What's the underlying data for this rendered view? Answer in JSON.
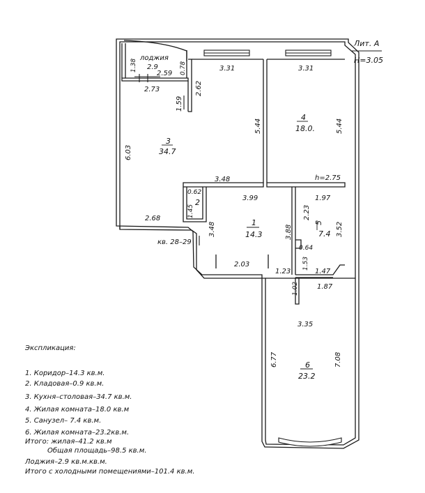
{
  "header": {
    "lit": "Лит. А",
    "height": "Н=3.05"
  },
  "rooms": {
    "loggia": {
      "name": "лоджия",
      "area": "2.9"
    },
    "r1": {
      "number": "1",
      "area": "14.3"
    },
    "r2": {
      "number": "2"
    },
    "r3": {
      "number": "3",
      "area": "34.7"
    },
    "r4": {
      "number": "4",
      "area": "18.0."
    },
    "r5": {
      "number": "5",
      "area": "7.4"
    },
    "r6": {
      "number": "6",
      "area": "23.2"
    }
  },
  "dimensions": {
    "loggia_h": "1.38",
    "loggia_w": "2.59",
    "loggia_side": "0.78",
    "r3_top": "2.73",
    "r3_jog": "1.59",
    "r3_wall": "2.62",
    "r3_left": "6.03",
    "r3_bottom": "2.68",
    "r3_top_right": "3.31",
    "r3_right": "5.44",
    "r3_lower": "3.48",
    "r4_top": "3.31",
    "r4_right": "5.44",
    "r4_h": "h=2.75",
    "r2_w": "0.62",
    "r2_h": "1.45",
    "r1_top": "3.99",
    "r1_left": "3.48",
    "r1_right": "3.88",
    "r1_bottom": "2.03",
    "r5_top": "1.97",
    "r5_left": "2.23",
    "r5_right": "3.52",
    "r5_small": "0.64",
    "r5_low": "1.53",
    "r5_bottom": "1.47",
    "passage": "1.23",
    "r6_jog": "1.02",
    "r6_top": "1.87",
    "r6_width": "3.35",
    "r6_left": "6.77",
    "r6_right": "7.08"
  },
  "apartment_label": "кв. 28–29",
  "explication": {
    "title": "Экспликация:",
    "items": [
      "1. Коридор–14.3 кв.м.",
      "2. Кладовая–0.9 кв.м.",
      "3. Кухня–столовая–34.7 кв.м.",
      "4. Жилая комната–18.0 кв.м",
      "5. Санузел– 7.4 кв.м.",
      "6. Жилая комната–23.2кв.м."
    ],
    "total_living": "Итого: жилая–41.2 кв.м",
    "total_area": "Общая площадь–98.5 кв.м.",
    "loggia": "Лоджия–2.9 кв.м.кв.м.",
    "total_cold": "Итого с холодными помещениями–101.4 кв.м."
  }
}
